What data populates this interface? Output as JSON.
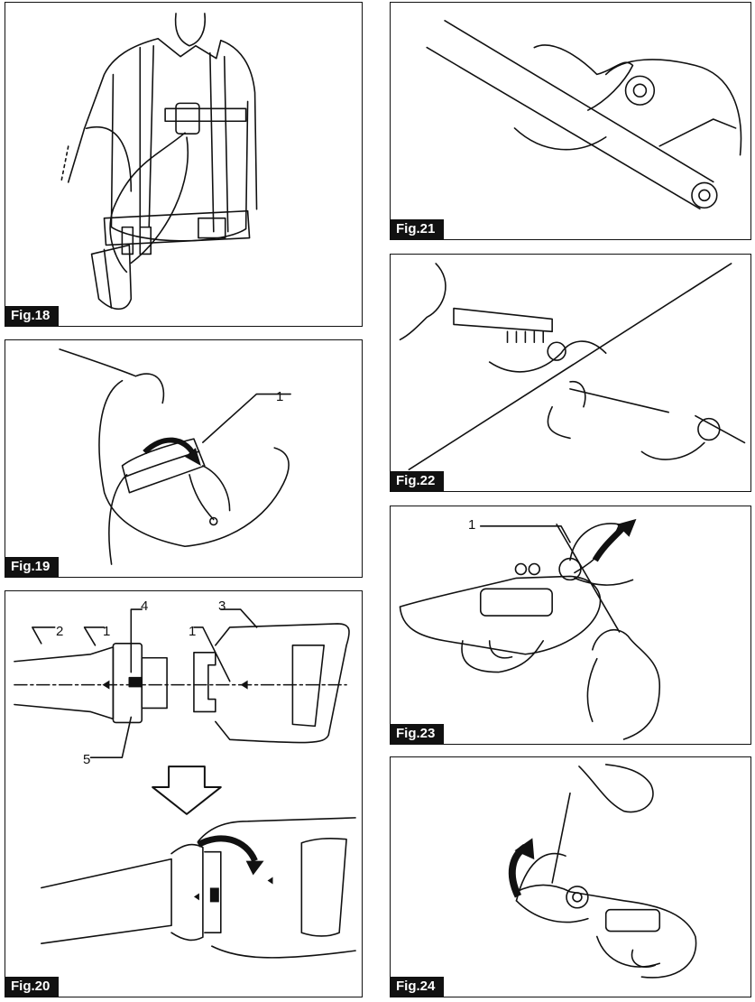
{
  "figures": [
    {
      "id": "fig18",
      "label": "Fig.18",
      "subject": "operator-with-harness-and-holster",
      "callouts": []
    },
    {
      "id": "fig19",
      "label": "Fig.19",
      "subject": "arm-band-with-cord",
      "callouts": [
        "1"
      ]
    },
    {
      "id": "fig20",
      "label": "Fig.20",
      "subject": "cord-connector-alignment",
      "callouts": [
        "2",
        "1",
        "4",
        "5",
        "3",
        "1"
      ]
    },
    {
      "id": "fig21",
      "label": "Fig.21",
      "subject": "shear-with-extension-bar"
    },
    {
      "id": "fig22",
      "label": "Fig.22",
      "subject": "cleaning-blade-with-brush-and-screwdriver"
    },
    {
      "id": "fig23",
      "label": "Fig.23",
      "subject": "opening-blade-with-tool",
      "callouts": [
        "1"
      ]
    },
    {
      "id": "fig24",
      "label": "Fig.24",
      "subject": "rotating-blade-with-tool"
    }
  ]
}
